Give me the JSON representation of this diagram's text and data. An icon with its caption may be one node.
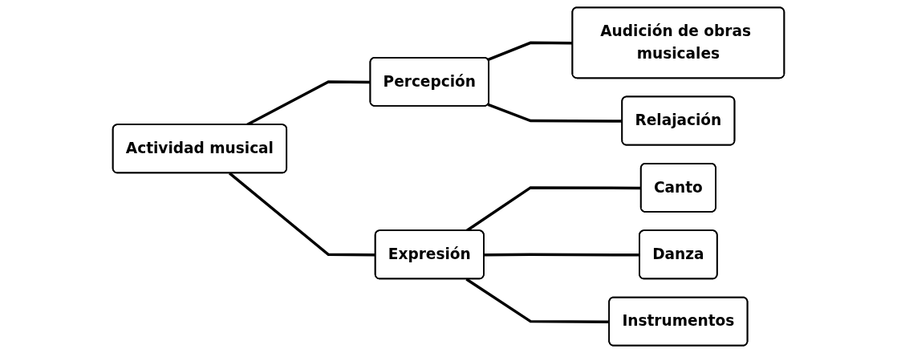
{
  "diagram": {
    "nodes": [
      {
        "text": [
          "Actividad musical"
        ]
      },
      {
        "text": [
          "Percepción"
        ]
      },
      {
        "text": [
          "Expresión"
        ]
      },
      {
        "text": [
          "Audición de obras musicales"
        ]
      },
      {
        "text": [
          "Relajación"
        ]
      },
      {
        "text": [
          "Canto"
        ]
      },
      {
        "text": [
          "Danza"
        ]
      },
      {
        "text": [
          "Instrumentos"
        ]
      }
    ],
    "edges": [
      {
        "from": 0,
        "to": 1,
        "arrow": "none"
      },
      {
        "from": 0,
        "to": 2,
        "arrow": "none"
      },
      {
        "from": 1,
        "to": 3,
        "arrow": "none"
      },
      {
        "from": 1,
        "to": 4,
        "arrow": "none"
      },
      {
        "from": 2,
        "to": 5,
        "arrow": "none"
      },
      {
        "from": 2,
        "to": 6,
        "arrow": "none"
      },
      {
        "from": 2,
        "to": 7,
        "arrow": "none"
      }
    ]
  }
}
